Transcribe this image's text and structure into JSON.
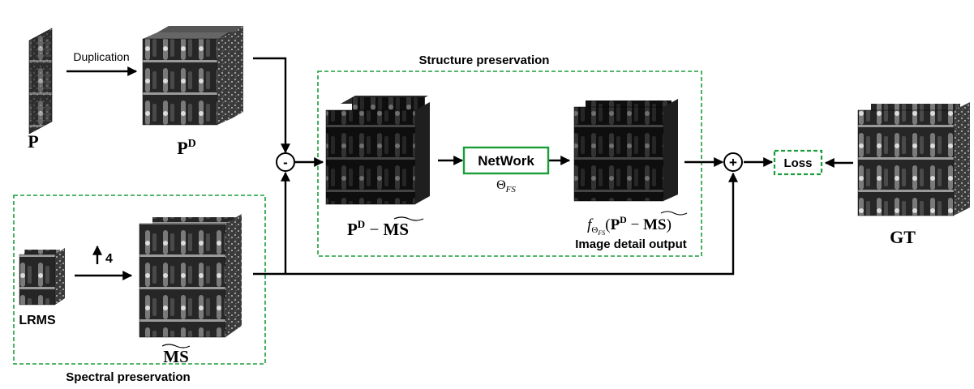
{
  "labels": {
    "duplication": "Duplication",
    "p": "P",
    "pd_base": "P",
    "pd_sup": "D",
    "structure_title": "Structure preservation",
    "diff_base": "P",
    "diff_sup": "D",
    "diff_rest": " − ",
    "diff_ms": "MS",
    "network": "NetWork",
    "theta": "Θ",
    "theta_sub": "FS",
    "output_f": "f",
    "output_sub_theta": "Θ",
    "output_sub_fs": "FS",
    "output_open": "(",
    "output_p": "P",
    "output_sup": "D",
    "output_minus": " − ",
    "output_ms": "MS",
    "output_close": ")",
    "image_detail": "Image detail output",
    "loss": "Loss",
    "gt": "GT",
    "upsample": "4",
    "lrms": "LRMS",
    "ms": "MS",
    "spectral_title": "Spectral preservation",
    "minus_op": "-",
    "plus_op": "+"
  },
  "colors": {
    "accent_green": "#1a9e3a",
    "arrow": "#000000",
    "image_dark": "#1b1b1b",
    "image_light": "#d9d9d9"
  }
}
